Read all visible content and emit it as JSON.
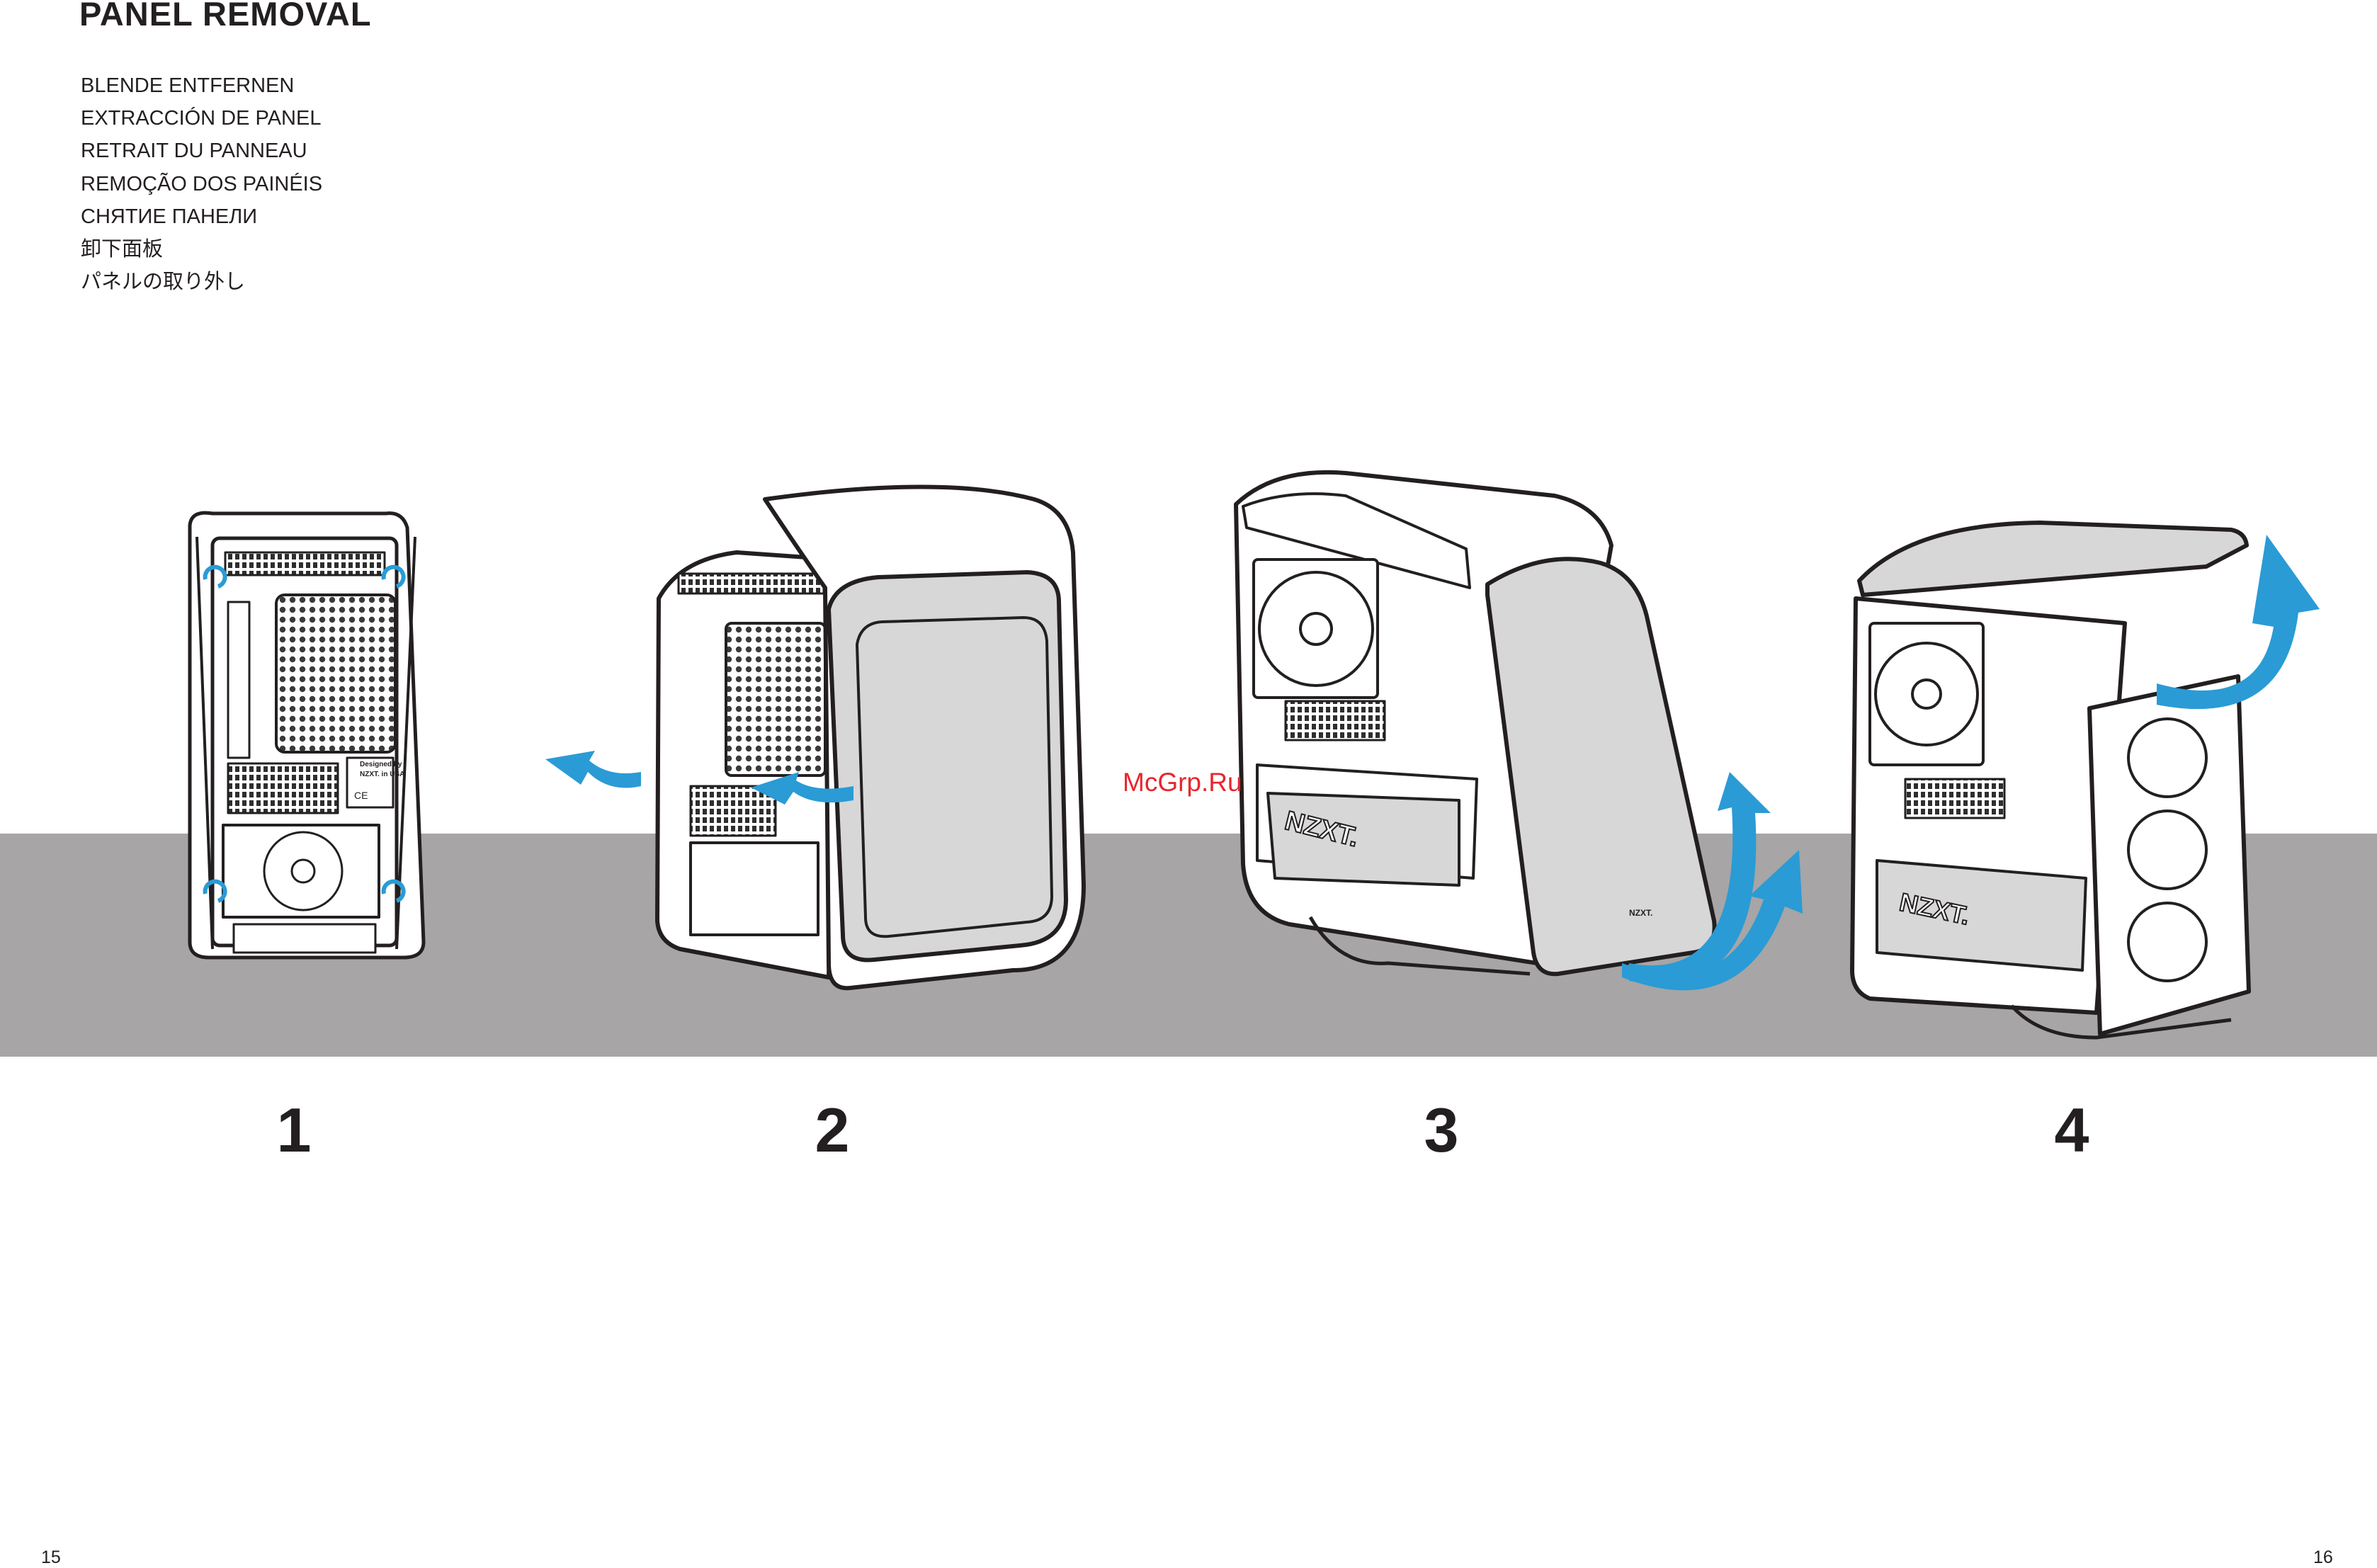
{
  "header": {
    "title": "PANEL REMOVAL",
    "translations": [
      "BLENDE ENTFERNEN",
      "EXTRACCIÓN DE PANEL",
      "RETRAIT DU PANNEAU",
      "REMOÇÃO DOS PAINÉIS",
      "СНЯТИЕ ПАНЕЛИ",
      "卸下面板",
      "パネルの取り外し"
    ]
  },
  "steps": [
    {
      "number": "1"
    },
    {
      "number": "2"
    },
    {
      "number": "3"
    },
    {
      "number": "4"
    }
  ],
  "case_labels": {
    "brand_logo": "NZXT.",
    "designed_by": "Designed by",
    "designed_by_2": "NZXT. in USA",
    "ce_mark": "CE"
  },
  "watermark": "McGrp.Ru",
  "page_numbers": {
    "left": "15",
    "right": "16"
  },
  "colors": {
    "arrow": "#2a9bd5",
    "band": "#a7a5a6",
    "watermark": "#e8262e",
    "ink": "#231f20",
    "panel_fill": "#d7d7d8"
  }
}
